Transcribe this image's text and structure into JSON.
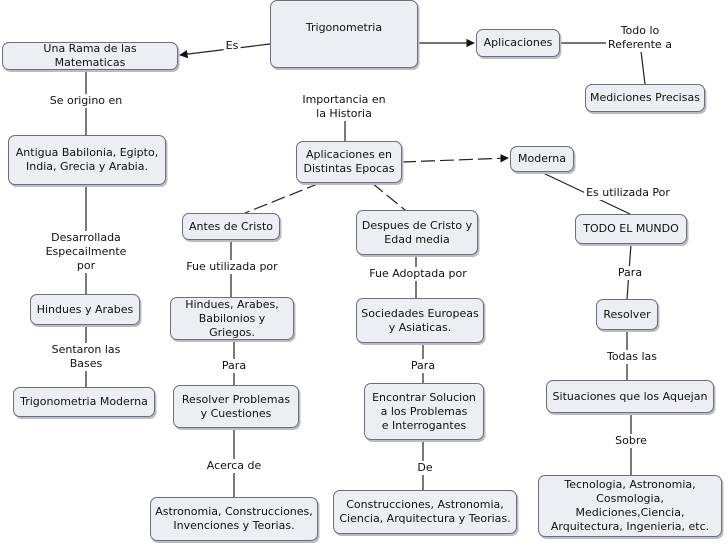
{
  "nodes": {
    "trig": "Trigonometria",
    "rama": "Una Rama de las Matematicas",
    "aplicaciones": "Aplicaciones",
    "mediciones": "Mediciones Precisas",
    "antigua": "Antigua Babilonia, Egipto,\nIndia, Grecia y Arabia.",
    "epocas": "Aplicaciones en\nDistintas Epocas",
    "moderna": "Moderna",
    "antes_cristo": "Antes de Cristo",
    "despues_cristo": "Despues de Cristo y\nEdad media",
    "todo_mundo": "TODO EL MUNDO",
    "hindues_arabes": "Hindues y Arabes",
    "hindues_griegos": "Hindues, Arabes,\nBabilonios y Griegos.",
    "sociedades": "Sociedades Europeas\ny Asiaticas.",
    "resolver": "Resolver",
    "trig_moderna": "Trigonometria Moderna",
    "resolver_problemas": "Resolver Problemas\ny Cuestiones",
    "encontrar": "Encontrar Solucion\na los Problemas\ne Interrogantes",
    "situaciones": "Situaciones que los Aquejan",
    "astronomia_inv": "Astronomia, Construcciones,\nInvenciones y Teorias.",
    "construcciones_arq": "Construcciones, Astronomia,\nCiencia, Arquitectura y Teorias.",
    "tecnologia": "Tecnologia, Astronomia,\nCosmologia, Mediciones,Ciencia,\nArquitectura, Ingenieria, etc."
  },
  "links": {
    "es": "Es",
    "todo_lo": "Todo lo\nReferente a",
    "se_origino": "Se origino en",
    "importancia": "Importancia en\nla Historia",
    "desarrollada": "Desarrollada\nEspecailmente\npor",
    "es_utilizada": "Es utilizada Por",
    "fue_utilizada": "Fue utilizada por",
    "fue_adoptada": "Fue Adoptada por",
    "para_1": "Para",
    "sentaron": "Sentaron las\nBases",
    "para_2": "Para",
    "para_3": "Para",
    "todas_las": "Todas las",
    "acerca_de": "Acerca de",
    "de": "De",
    "sobre": "Sobre"
  }
}
